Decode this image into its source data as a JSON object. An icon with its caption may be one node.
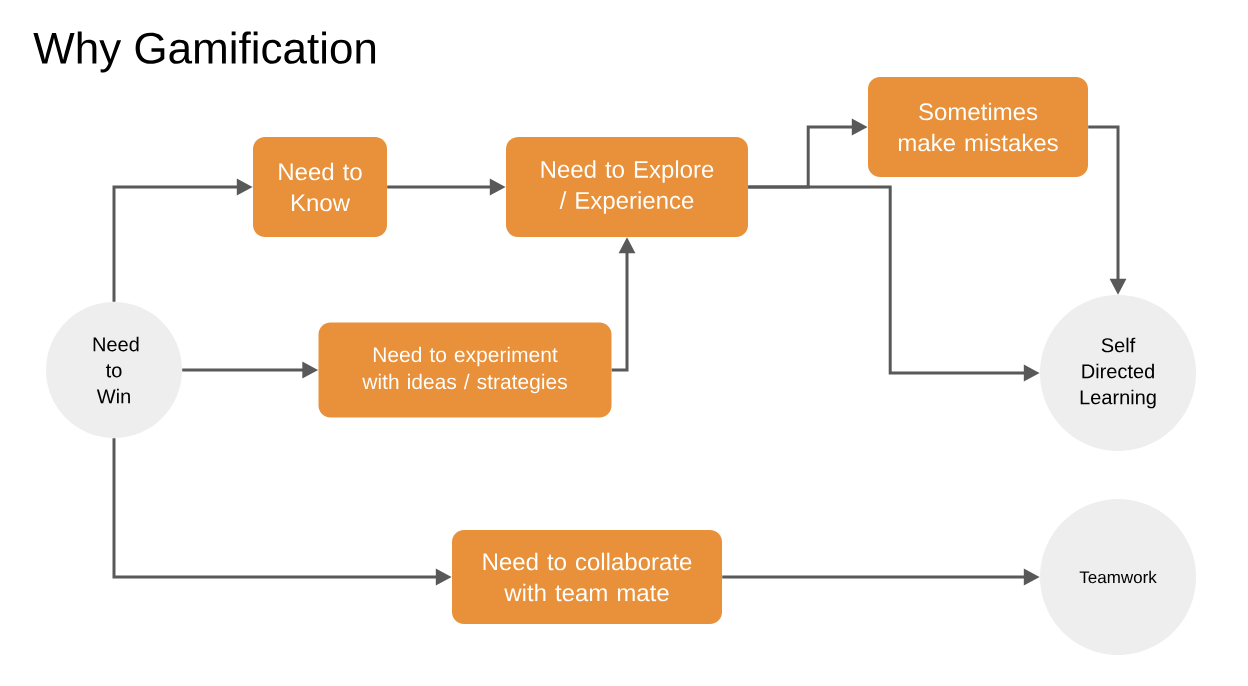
{
  "diagram": {
    "title": "Why Gamification",
    "nodes": [
      {
        "text": [
          "Need to Win"
        ]
      },
      {
        "text": [
          "Need to Know"
        ]
      },
      {
        "text": [
          "Need to Explore / Experience"
        ]
      },
      {
        "text": [
          "Sometimes make mistakes"
        ]
      },
      {
        "text": [
          "Need to experiment with ideas / strategies"
        ]
      },
      {
        "text": [
          "Need to collaborate with team mate"
        ]
      },
      {
        "text": [
          "Self Directed Learning"
        ]
      },
      {
        "text": [
          "Teamwork"
        ]
      }
    ],
    "edges": [
      {
        "from": 0,
        "to": 1,
        "arrow": "to"
      },
      {
        "from": 1,
        "to": 2,
        "arrow": "to"
      },
      {
        "from": 2,
        "to": 3,
        "arrow": "to"
      },
      {
        "from": 2,
        "to": 6,
        "arrow": "to"
      },
      {
        "from": 3,
        "to": 6,
        "arrow": "to"
      },
      {
        "from": 0,
        "to": 4,
        "arrow": "to"
      },
      {
        "from": 4,
        "to": 2,
        "arrow": "to"
      },
      {
        "from": 0,
        "to": 5,
        "arrow": "to"
      },
      {
        "from": 5,
        "to": 7,
        "arrow": "to"
      }
    ]
  }
}
